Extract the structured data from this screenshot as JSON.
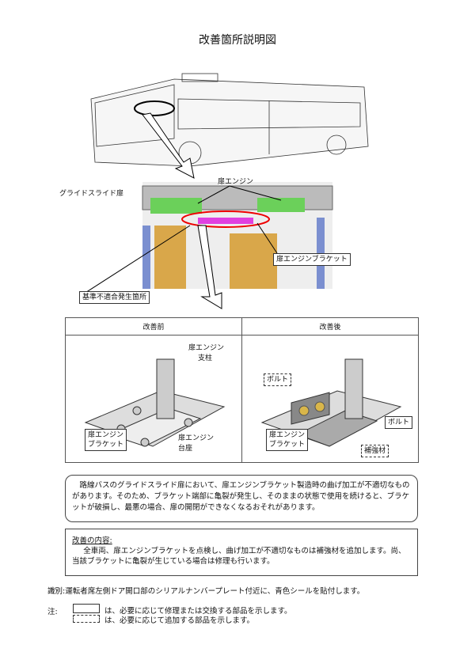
{
  "title": "改善箇所説明図",
  "overview": {
    "glide_door": "グライドスライド扉",
    "door_engine": "扉エンジン",
    "door_engine_bracket": "扉エンジンブラケット",
    "defect_location": "基準不適合発生箇所"
  },
  "table": {
    "before": {
      "header": "改善前",
      "pillar": [
        "扉エンジン",
        "支柱"
      ],
      "bracket": [
        "扉エンジン",
        "ブラケット"
      ],
      "base": [
        "扉エンジン",
        "台座"
      ]
    },
    "after": {
      "header": "改善後",
      "bolt_added": "ボルト",
      "bolt": "ボルト",
      "bracket": [
        "扉エンジン",
        "ブラケット"
      ],
      "reinforcement": "補強材"
    }
  },
  "description": "路線バスのグライドスライド扉において、扉エンジンブラケット製造時の曲げ加工が不適切なものがあります。そのため、ブラケット端部に亀裂が発生し、そのままの状態で使用を続けると、ブラケットが破損し、最悪の場合、扉の開閉ができなくなるおそれがあります。",
  "improvement": {
    "heading": "改善の内容:",
    "body": "全車両、扉エンジンブラケットを点検し、曲げ加工が不適切なものは補強材を追加します。尚、当該ブラケットに亀裂が生じている場合は修理も行います。"
  },
  "identification": "識別:運転者席左側ドア開口部のシリアルナンバープレート付近に、青色シールを貼付します。",
  "notes": {
    "label": "注:",
    "solid": "は、必要に応じて修理または交換する部品を示します。",
    "dashed": "は、必要に応じて追加する部品を示します。"
  }
}
